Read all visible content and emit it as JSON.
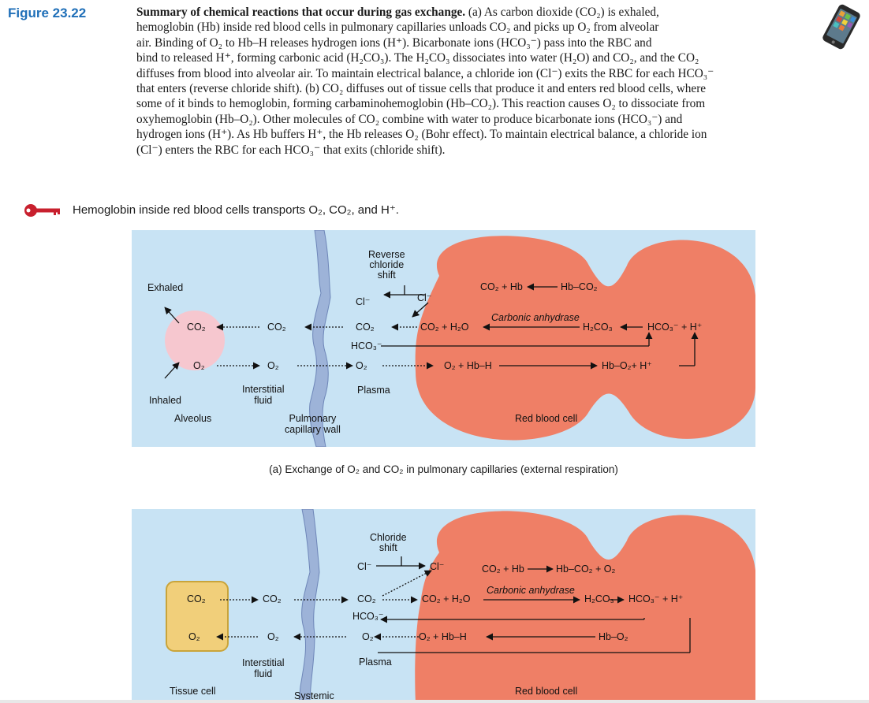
{
  "figure": {
    "label": "Figure 23.22",
    "caption_lines": [
      "Summary of chemical reactions that occur during gas exchange. (a) As carbon dioxide (CO₂) is exhaled,",
      "hemoglobin (Hb) inside red blood cells in pulmonary capillaries unloads CO₂ and picks up O₂ from alveolar",
      "air. Binding of O₂ to Hb–H releases hydrogen ions (H⁺). Bicarbonate ions (HCO₃⁻) pass into the RBC and",
      "bind to released H⁺, forming carbonic acid (H₂CO₃). The H₂CO₃ dissociates into water (H₂O) and CO₂, and the CO₂",
      "diffuses from blood into alveolar air. To maintain electrical balance, a chloride ion (Cl⁻) exits the RBC for each HCO₃⁻",
      "that enters (reverse chloride shift). (b) CO₂ diffuses out of tissue cells that produce it and enters red blood cells, where",
      "some of it binds to hemoglobin, forming carbaminohemoglobin (Hb–CO₂). This reaction causes O₂ to dissociate from",
      "oxyhemoglobin (Hb–O₂). Other molecules of CO₂ combine with water to produce bicarbonate ions (HCO₃⁻) and",
      "hydrogen ions (H⁺). As Hb buffers H⁺, the Hb releases O₂ (Bohr effect). To maintain electrical balance, a chloride ion",
      "(Cl⁻) enters the RBC for each HCO₃⁻ that exits (chloride shift)."
    ],
    "caption_bold_part": "Summary of chemical reactions that occur during gas exchange."
  },
  "key_concept": "Hemoglobin inside red blood cells transports O₂, CO₂, and H⁺.",
  "panel_a": {
    "exhaled": "Exhaled",
    "inhaled": "Inhaled",
    "alveolus": "Alveolus",
    "interstitial": "Interstitial\nfluid",
    "wall": "Pulmonary\ncapillary wall",
    "plasma": "Plasma",
    "rbc": "Red blood cell",
    "reverse_shift": "Reverse\nchloride\nshift",
    "co2": "CO₂",
    "o2": "O₂",
    "cl": "Cl⁻",
    "hco3": "HCO₃⁻",
    "co2_h2o": "CO₂ + H₂O",
    "o2_hbh": "O₂ + Hb–H",
    "co2_hb": "CO₂ + Hb",
    "hb_co2": "Hb–CO₂",
    "carbonic_anhydrase": "Carbonic anhydrase",
    "h2co3": "H₂CO₃",
    "hco3_h": "HCO₃⁻ + H⁺",
    "hb_o2_h": "Hb–O₂+ H⁺",
    "caption": "(a) Exchange of O₂ and CO₂ in pulmonary capillaries (external respiration)"
  },
  "panel_b": {
    "tissue_cell": "Tissue cell",
    "interstitial": "Interstitial\nfluid",
    "wall": "Systemic",
    "plasma": "Plasma",
    "rbc": "Red blood cell",
    "chloride_shift": "Chloride\nshift",
    "co2": "CO₂",
    "o2": "O₂",
    "cl": "Cl⁻",
    "hco3": "HCO₃⁻",
    "co2_h2o": "CO₂ + H₂O",
    "o2_hbh": "O₂ + Hb–H",
    "co2_hb": "CO₂ + Hb",
    "hb_co2_o2": "Hb–CO₂ + O₂",
    "carbonic_anhydrase": "Carbonic anhydrase",
    "h2co3": "H₂CO₃",
    "hco3_h": "HCO₃⁻ + H⁺",
    "hb_o2": "Hb–O₂"
  },
  "colors": {
    "figure_label": "#1f6fb8",
    "panel_bg": "#c8e3f4",
    "rbc": "#ef7f66",
    "alveolus": "#f6c7cf",
    "tissue_cell": "#f1cf7a",
    "capillary_wall": "#9db3d8",
    "key_icon": "#c8202e"
  },
  "icons": [
    "phone-icon",
    "key-icon"
  ]
}
